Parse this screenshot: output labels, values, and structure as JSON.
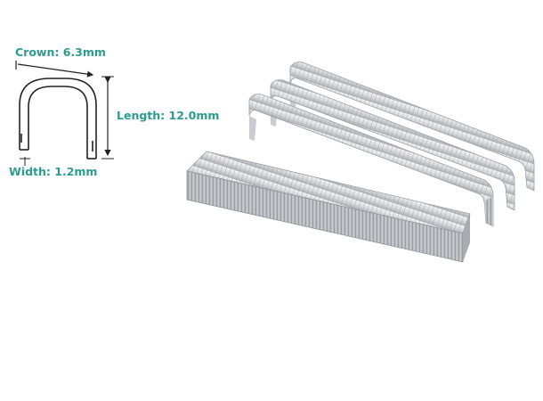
{
  "dimensions": {
    "crown_label": "Crown: 6.3mm",
    "length_label": "Length: 12.0mm",
    "width_label": "Width: 1.2mm"
  },
  "colors": {
    "label_text": "#2a9d8f",
    "diagram_line": "#222222",
    "staple_light": "#e6e8ea",
    "staple_mid": "#c4c8cc",
    "staple_dark": "#8e9399"
  },
  "icons": {
    "diagram": "staple-outline-diagram",
    "product": "staple-strips-product-image"
  }
}
